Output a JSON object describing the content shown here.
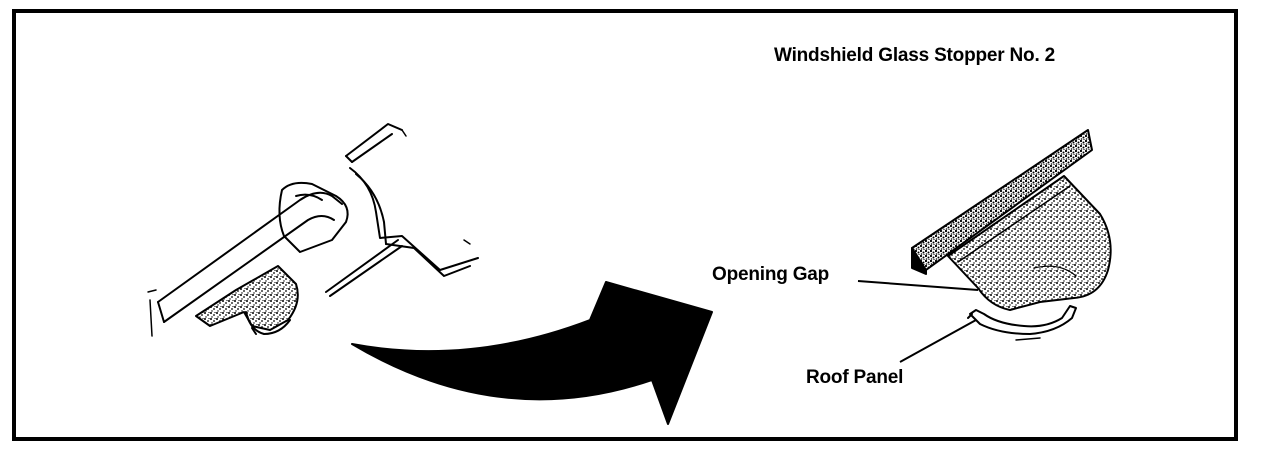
{
  "diagram": {
    "title": "Windshield Glass Stopper No. 2",
    "callouts": {
      "opening_gap": "Opening Gap",
      "roof_panel": "Roof Panel"
    },
    "colors": {
      "line": "#000000",
      "background": "#ffffff",
      "stipple": "#777777"
    }
  }
}
